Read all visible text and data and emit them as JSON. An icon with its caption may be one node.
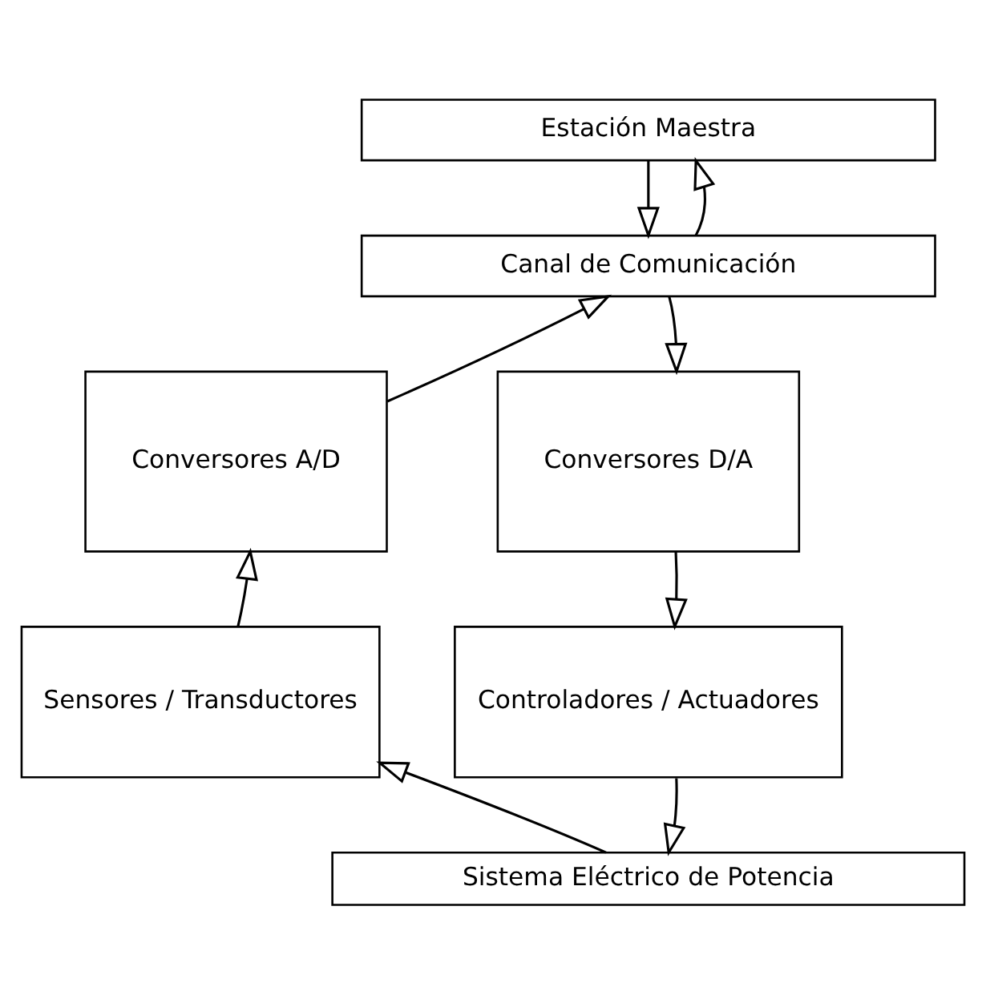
{
  "diagram": {
    "nodes": [
      {
        "text": [
          "Estación Maestra"
        ]
      },
      {
        "text": [
          "Canal de Comunicación"
        ]
      },
      {
        "text": [
          "Conversores A/D"
        ]
      },
      {
        "text": [
          "Conversores D/A"
        ]
      },
      {
        "text": [
          "Sensores / Transductores"
        ]
      },
      {
        "text": [
          "Controladores / Actuadores"
        ]
      },
      {
        "text": [
          "Sistema Eléctrico de Potencia"
        ]
      }
    ],
    "edges": [
      {
        "from": 0,
        "to": 1,
        "arrow": "to"
      },
      {
        "from": 1,
        "to": 0,
        "arrow": "to"
      },
      {
        "from": 2,
        "to": 1,
        "arrow": "to"
      },
      {
        "from": 1,
        "to": 3,
        "arrow": "to"
      },
      {
        "from": 4,
        "to": 2,
        "arrow": "to"
      },
      {
        "from": 3,
        "to": 5,
        "arrow": "to"
      },
      {
        "from": 6,
        "to": 4,
        "arrow": "to"
      },
      {
        "from": 5,
        "to": 6,
        "arrow": "to"
      }
    ]
  }
}
